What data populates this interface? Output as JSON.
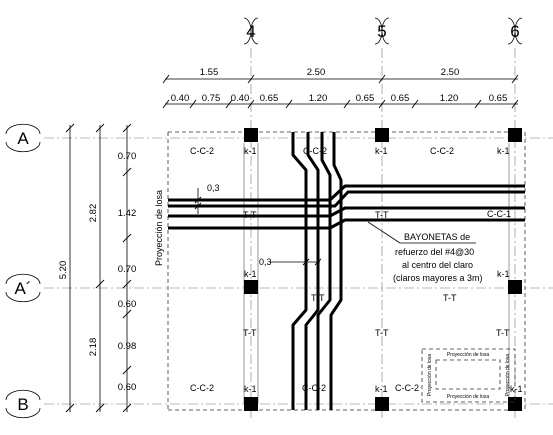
{
  "grid_axes": {
    "columns": [
      "4",
      "5",
      "6"
    ],
    "rows": [
      "A",
      "A´",
      "B"
    ]
  },
  "dimensions": {
    "top_row1": [
      "1.55",
      "2.50",
      "2.50"
    ],
    "top_row2": [
      "0.40",
      "0.75",
      "0.40",
      "0.65",
      "1.20",
      "0.65",
      "0.65",
      "1.20",
      "0.65"
    ],
    "left_total": "5.20",
    "left_mid": [
      "2.82",
      "2.18"
    ],
    "left_inner": [
      "0.70",
      "1.42",
      "0.70",
      "0.60",
      "0.98",
      "0.60"
    ]
  },
  "labels": {
    "slab_projection": "Proyección de losa",
    "col": "k-1",
    "cc2": "C-C-2",
    "cc1": "C-C-1",
    "tt": "T-T",
    "spacing_a": "0,3",
    "spacing_b": "0,3"
  },
  "note": {
    "line1": "BAYONETAS de",
    "line2": "refuerzo del  #4@30",
    "line3": "al centro del claro",
    "line4": "(claros mayores a 3m)"
  },
  "legend": {
    "top": "Proyección de losa",
    "bottom": "Proyección de losa",
    "left": "Proyección de losa",
    "right": "Proyección de losa"
  }
}
